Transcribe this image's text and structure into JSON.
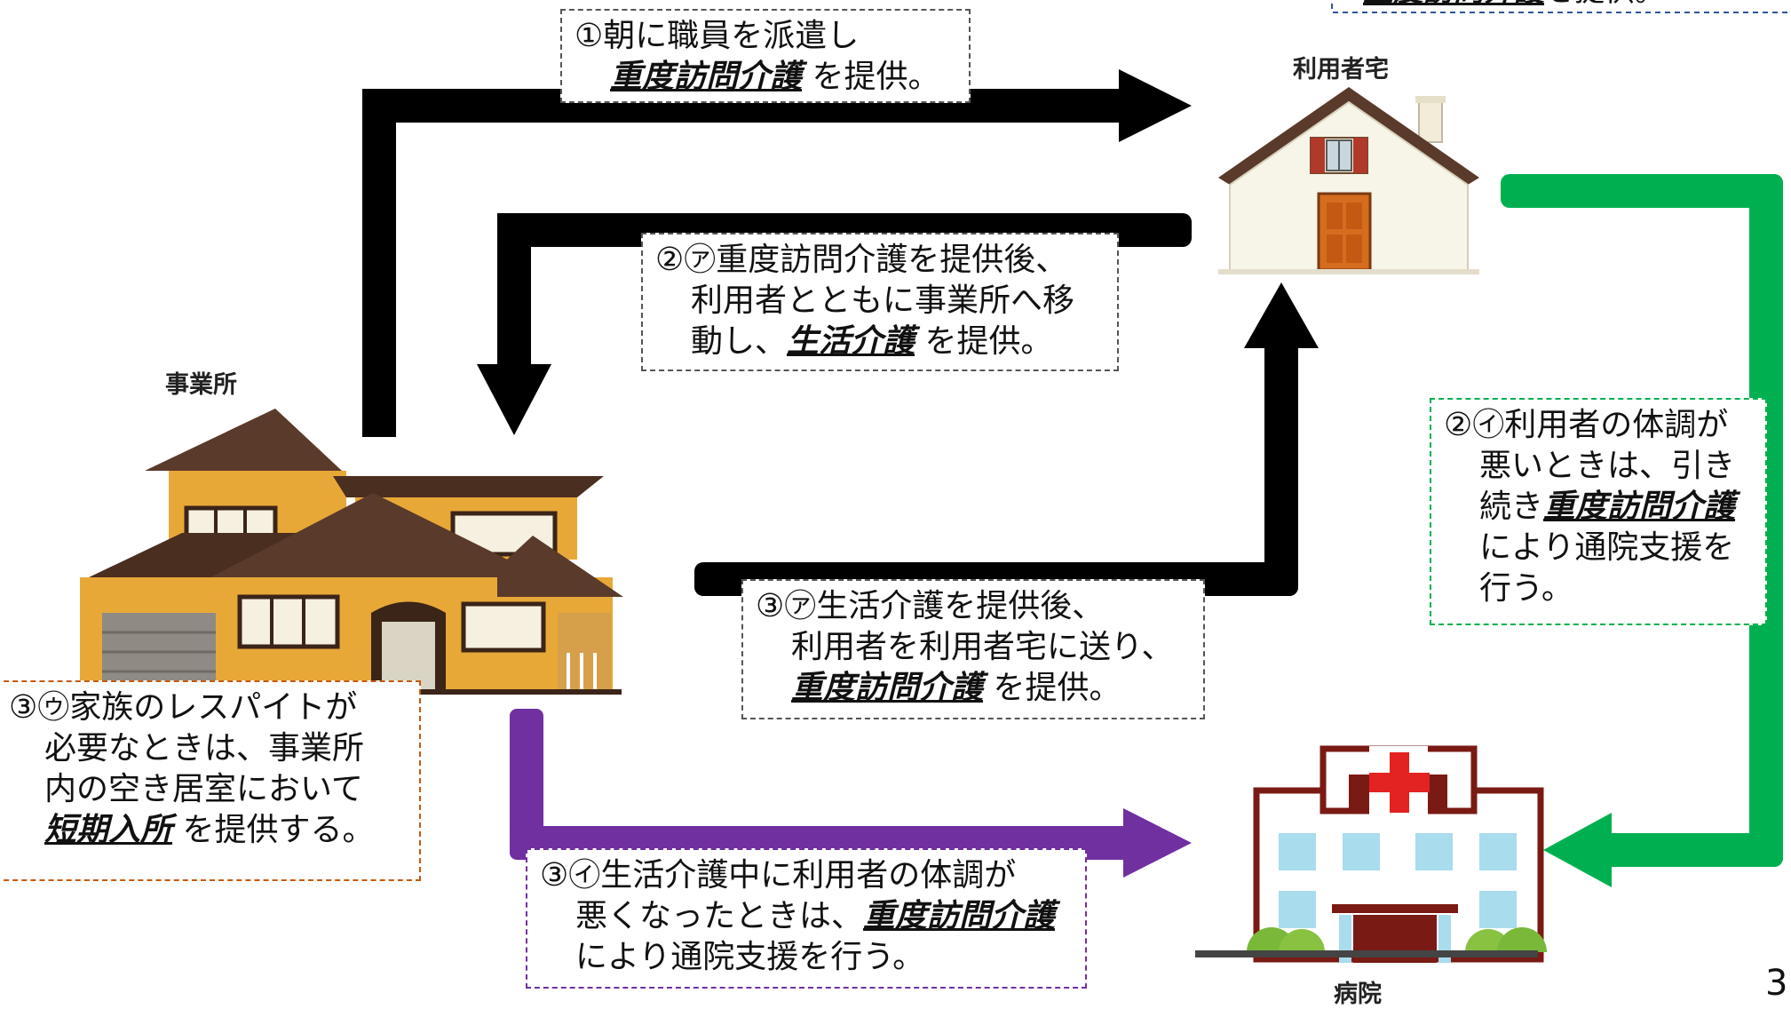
{
  "labels": {
    "user_home": "利用者宅",
    "office": "事業所",
    "hospital": "病院",
    "page_number": "3"
  },
  "boxes": {
    "b1": {
      "l1": "①朝に職員を派遣し",
      "em": "重度訪問介護",
      "tail": "を提供。"
    },
    "b2a": {
      "l1": "②㋐重度訪問介護を提供後、",
      "l2": "利用者とともに事業所へ移",
      "l3a": "動し、",
      "em": "生活介護",
      "tail": "を提供。"
    },
    "b2i": {
      "l1": "②㋑利用者の体調が",
      "l2": "悪いときは、引き",
      "l3a": "続き",
      "em": "重度訪問介護",
      "l4": "により通院支援を",
      "l5": "行う。"
    },
    "b3a": {
      "l1": "③㋐生活介護を提供後、",
      "l2": "利用者を利用者宅に送り、",
      "em": "重度訪問介護",
      "tail": "を提供。"
    },
    "b3i": {
      "l1": "③㋑生活介護中に利用者の体調が",
      "l2a": "悪くなったときは、",
      "em": "重度訪問介護",
      "l3": "により通院支援を行う。"
    },
    "b3u": {
      "l1": "③㋒家族のレスパイトが",
      "l2": "必要なときは、事業所",
      "l3": "内の空き居室において",
      "em": "短期入所",
      "tail": "を提供する。"
    },
    "top": {
      "em": "重度訪問介護",
      "tail": "を提供。"
    }
  },
  "colors": {
    "black_arrow": "#000000",
    "green_arrow": "#00B050",
    "purple_arrow": "#7030A0",
    "hospital_cross": "#E32222",
    "house_wall": "#F7F4E8",
    "house_roof": "#5A3A2A",
    "office_wall": "#E8A838"
  }
}
